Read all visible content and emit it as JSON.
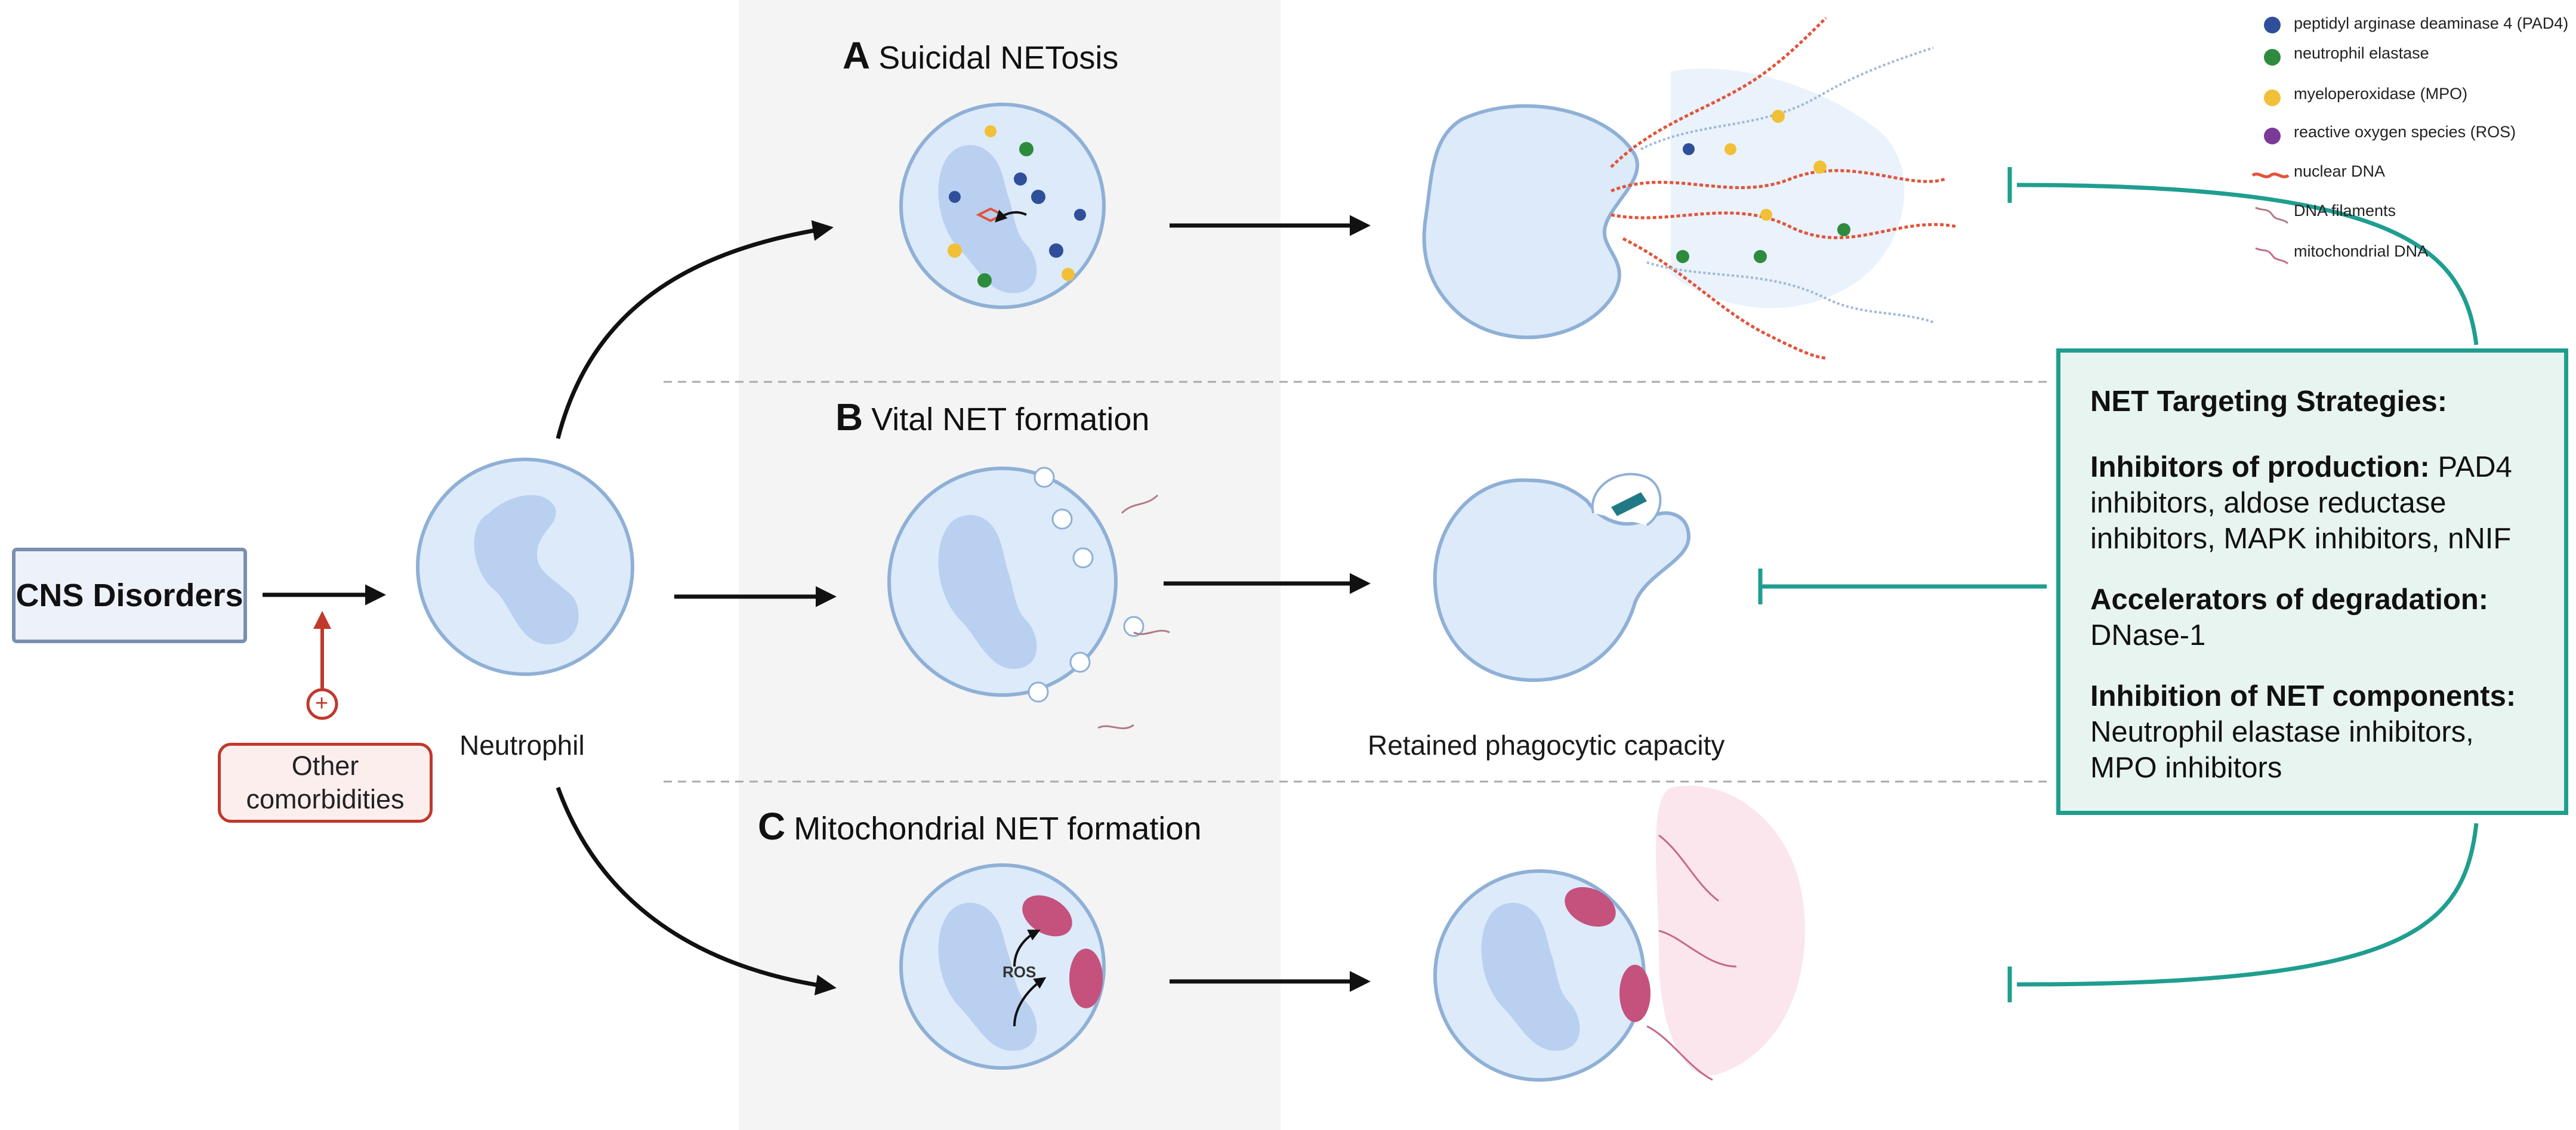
{
  "input": {
    "cns_label": "CNS Disorders",
    "comorbidity_label": "Other comorbidities",
    "plus_symbol": "+"
  },
  "neutrophil_label": "Neutrophil",
  "panels": [
    {
      "letter": "A",
      "title": "Suicidal NETosis"
    },
    {
      "letter": "B",
      "title": "Vital NET formation"
    },
    {
      "letter": "C",
      "title": "Mitochondrial NET formation"
    }
  ],
  "retained_label": "Retained phagocytic capacity",
  "ros_label": "ROS",
  "legend": [
    {
      "label": "peptidyl arginase deaminase 4 (PAD4)",
      "color": "#2f4f9a"
    },
    {
      "label": "neutrophil elastase",
      "color": "#2e8b3e"
    },
    {
      "label": "myeloperoxidase (MPO)",
      "color": "#f2c037"
    },
    {
      "label": "reactive oxygen species (ROS)",
      "color": "#7a3a96"
    },
    {
      "label": "nuclear DNA",
      "color": "#e2533a"
    },
    {
      "label": "DNA filaments",
      "color": "#b07a84"
    },
    {
      "label": "mitochondrial DNA",
      "color": "#c46a8a"
    }
  ],
  "strategies": {
    "title": "NET Targeting Strategies:",
    "items": [
      {
        "heading": "Inhibitors of production:",
        "text": " PAD4 inhibitors, aldose reductase inhibitors, MAPK inhibitors, nNIF"
      },
      {
        "heading": "Accelerators of degradation:",
        "text": " DNase-1"
      },
      {
        "heading": "Inhibition of NET components:",
        "text": " Neutrophil elastase inhibitors, MPO inhibitors"
      }
    ]
  },
  "colors": {
    "teal": "#1f9e8f",
    "cell_fill": "#dceafa",
    "cell_stroke": "#8fb0d6",
    "nucleus": "#b9d0f0",
    "panel_bg": "#f4f4f4"
  }
}
